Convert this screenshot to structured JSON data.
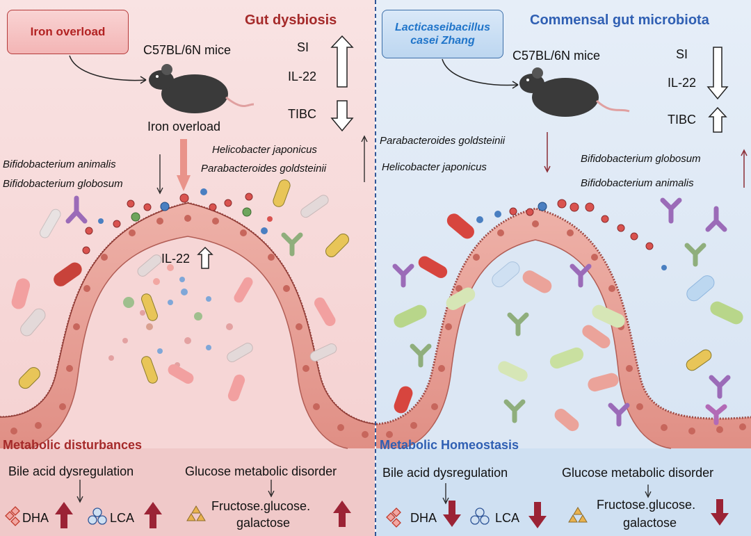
{
  "left": {
    "title": "Gut dysbiosis",
    "box_label": "Iron overload",
    "mice_label": "C57BL/6N mice",
    "mouse_caption": "Iron overload",
    "indicators": {
      "si": "SI",
      "il22": "IL-22",
      "tibc": "TIBC"
    },
    "decreased_bacteria": [
      "Bifidobacterium animalis",
      "Bifidobacterium globosum"
    ],
    "increased_bacteria": [
      "Helicobacter japonicus",
      "Parabacteroides goldsteinii"
    ],
    "gut_label": "IL-22",
    "section_title": "Metabolic disturbances",
    "bile_acid": "Bile acid dysregulation",
    "glucose": "Glucose metabolic disorder",
    "dha": "DHA",
    "lca": "LCA",
    "sugars_line1": "Fructose.glucose.",
    "sugars_line2": "galactose"
  },
  "right": {
    "title": "Commensal gut microbiota",
    "box_line1": "Lacticaseibacillus",
    "box_line2": "casei Zhang",
    "mice_label": "C57BL/6N mice",
    "indicators": {
      "si": "SI",
      "il22": "IL-22",
      "tibc": "TIBC"
    },
    "decreased_bacteria": [
      "Parabacteroides goldsteinii",
      "Helicobacter japonicus"
    ],
    "increased_bacteria": [
      "Bifidobacterium globosum",
      "Bifidobacterium animalis"
    ],
    "section_title": "Metabolic Homeostasis",
    "bile_acid": "Bile acid dysregulation",
    "glucose": "Glucose metabolic disorder",
    "dha": "DHA",
    "lca": "LCA",
    "sugars_line1": "Fructose.glucose.",
    "sugars_line2": "galactose"
  },
  "colors": {
    "red_title": "#a52a2a",
    "blue_title": "#2f5fb3",
    "arrow_up_down": "#9b2335",
    "epithelium": "#e9a39a"
  }
}
